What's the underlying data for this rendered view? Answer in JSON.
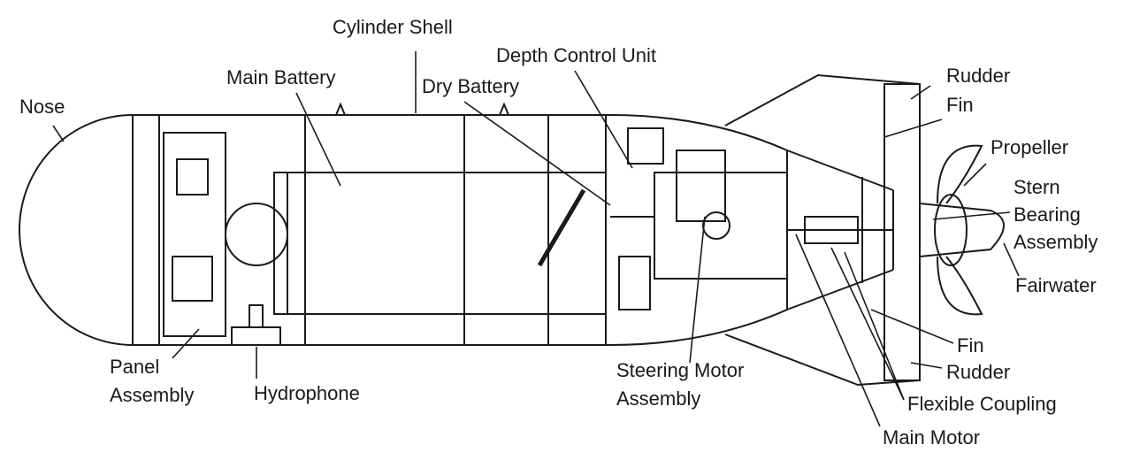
{
  "diagram": {
    "labels": {
      "cylinder_shell": "Cylinder Shell",
      "main_battery": "Main Battery",
      "depth_control_unit": "Depth Control Unit",
      "dry_battery": "Dry Battery",
      "nose": "Nose",
      "rudder_top": "Rudder",
      "fin_top": "Fin",
      "propeller": "Propeller",
      "stern_1": "Stern",
      "stern_2": "Bearing",
      "stern_3": "Assembly",
      "fairwater": "Fairwater",
      "fin_bottom": "Fin",
      "rudder_bottom": "Rudder",
      "flexible_coupling": "Flexible Coupling",
      "main_motor": "Main Motor",
      "steering_1": "Steering Motor",
      "steering_2": "Assembly",
      "panel_1": "Panel",
      "panel_2": "Assembly",
      "hydrophone": "Hydrophone"
    },
    "line_color": "#1a1a1a"
  }
}
